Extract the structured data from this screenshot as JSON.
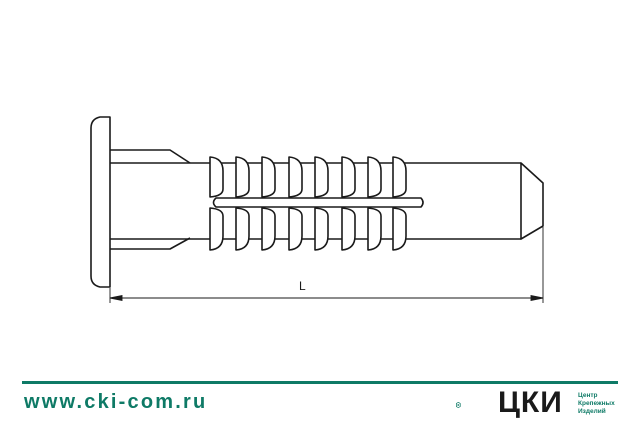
{
  "drawing": {
    "dimension_label": "L",
    "stroke_color": "#1a1a1a"
  },
  "footer": {
    "website": "www.cki-com.ru",
    "brand": "ЦКИ",
    "brand_subtitle": [
      "Центр",
      "Крепежных",
      "Изделий"
    ],
    "accent_color": "#0e7a66"
  }
}
